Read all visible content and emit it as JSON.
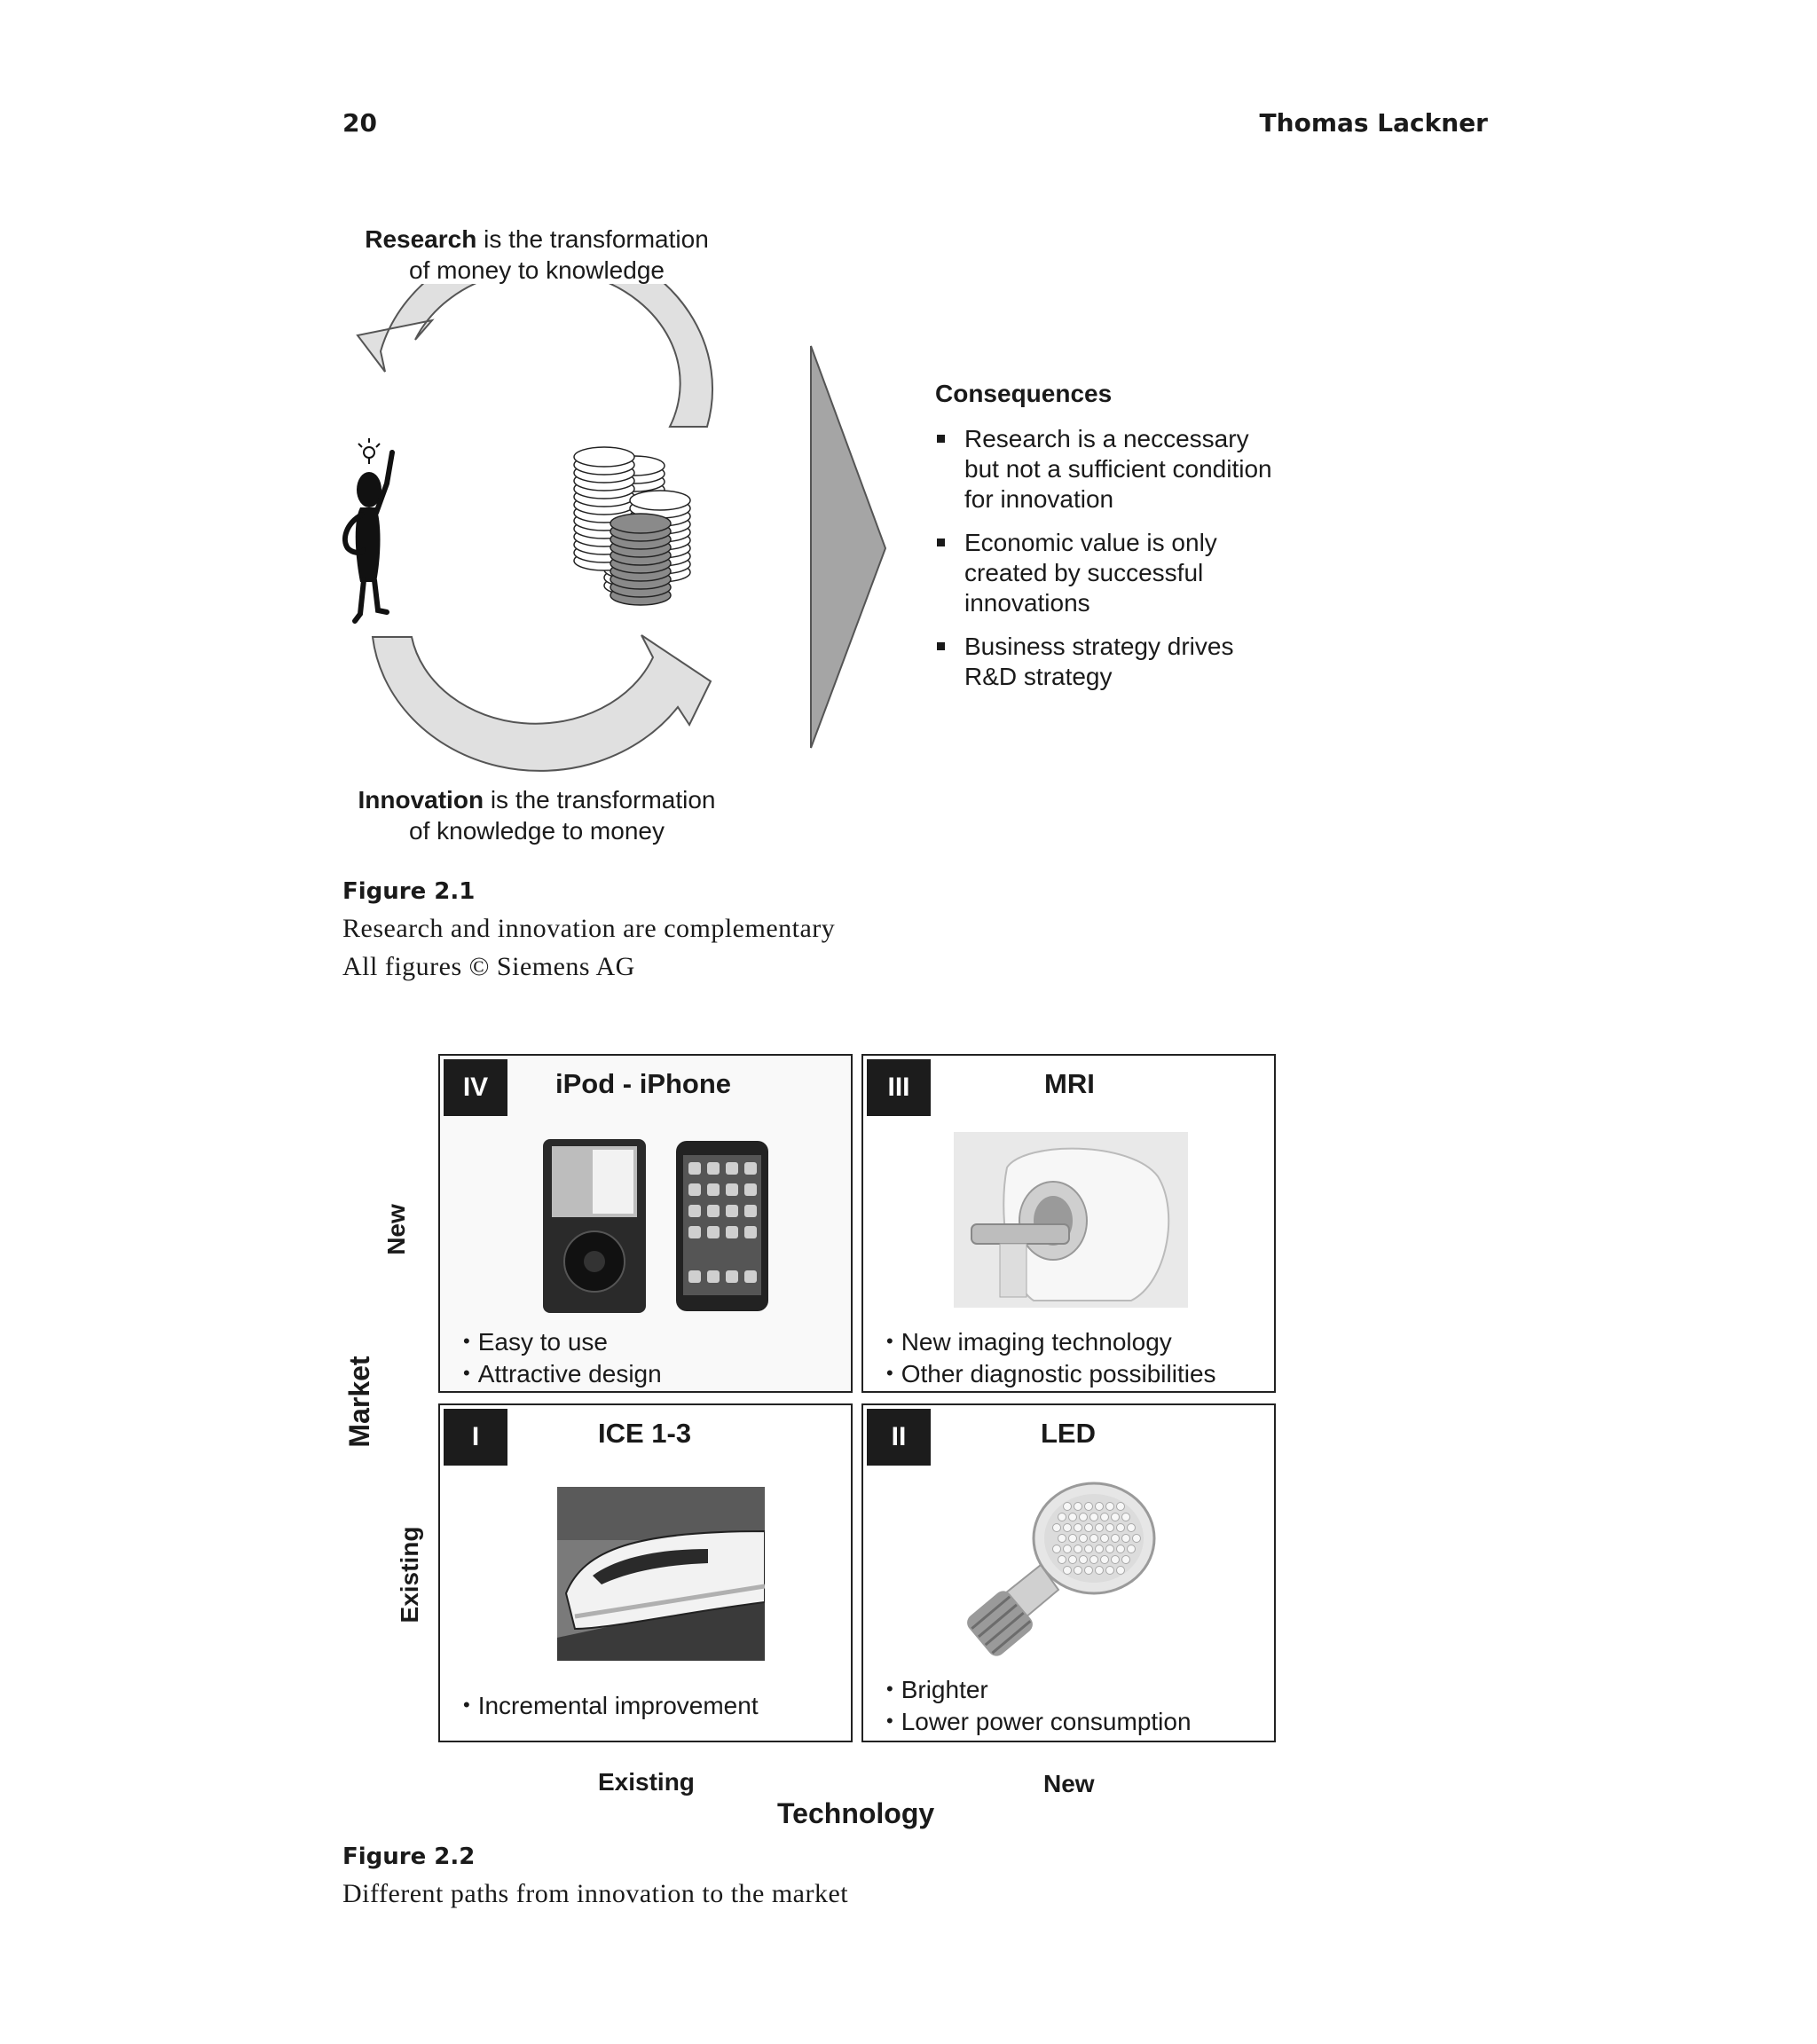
{
  "header": {
    "page_number": "20",
    "author": "Thomas Lackner"
  },
  "figure1": {
    "research_bold": "Research",
    "research_rest_line1": " is the transformation",
    "research_line2": "of money to knowledge",
    "innovation_bold": "Innovation",
    "innovation_rest_line1": " is the transformation",
    "innovation_line2": "of knowledge to money",
    "consequences_title": "Consequences",
    "consequences": [
      "Research is a neccessary but not a sufficient condition for innovation",
      "Economic value is only created by successful innovations",
      "Business strategy drives R&D strategy"
    ],
    "caption_label": "Figure 2.1",
    "caption_text": "Research and innovation are complementary",
    "caption_credit": "All figures © Siemens AG",
    "colors": {
      "arrow_fill": "#e0e0e0",
      "chevron_fill": "#a5a5a5",
      "coin_dark": "#8a8a8a"
    }
  },
  "figure2": {
    "quadrants": {
      "iv": {
        "numeral": "IV",
        "title": "iPod - iPhone",
        "bullets": [
          "Easy to use",
          "Attractive design"
        ]
      },
      "iii": {
        "numeral": "III",
        "title": "MRI",
        "bullets": [
          "New imaging technology",
          "Other diagnostic possibilities"
        ]
      },
      "i": {
        "numeral": "I",
        "title": "ICE 1-3",
        "bullets": [
          "Incremental improvement"
        ]
      },
      "ii": {
        "numeral": "II",
        "title": "LED",
        "bullets": [
          "Brighter",
          "Lower power consumption"
        ]
      }
    },
    "y_axis": {
      "title": "Market",
      "top_label": "New",
      "bottom_label": "Existing"
    },
    "x_axis": {
      "title": "Technology",
      "left_label": "Existing",
      "right_label": "New"
    },
    "caption_label": "Figure 2.2",
    "caption_text": "Different paths from innovation to the market",
    "colors": {
      "badge": "#1c1c1c",
      "border": "#222222"
    }
  }
}
